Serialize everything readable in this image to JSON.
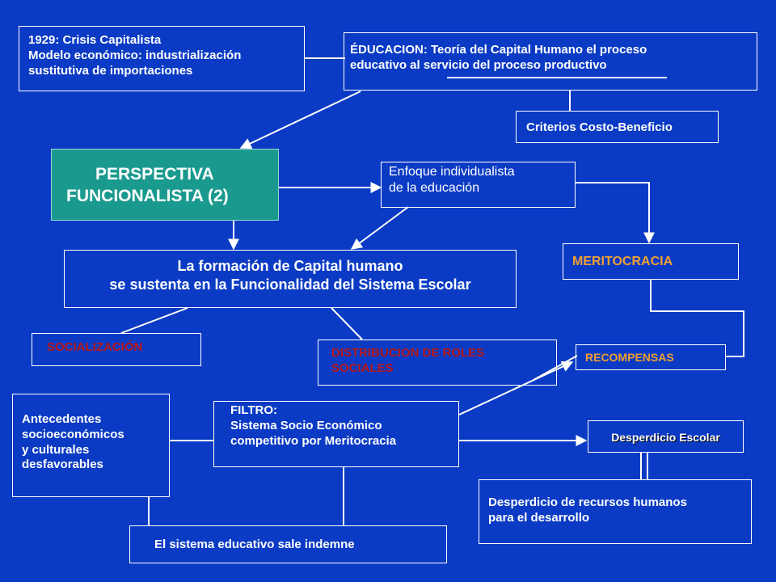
{
  "colors": {
    "background": "#0b3bc4",
    "line": "#ffffff",
    "teal": "#1a9a8e",
    "orange": "#f0a030",
    "dark_red": "#b81818"
  },
  "boxes": {
    "crisis": [
      "1929: Crisis Capitalista",
      "Modelo económico: industrialización",
      "sustitutiva de importaciones"
    ],
    "educacion": [
      "ÉDUCACION: Teoría del Capital Humano el proceso",
      "educativo al servicio del proceso productivo"
    ],
    "criterios": "Criterios Costo-Beneficio",
    "perspectiva": [
      "PERSPECTIVA",
      "FUNCIONALISTA (2)"
    ],
    "enfoque": [
      "Enfoque individualista",
      "de la educación"
    ],
    "formacion": [
      "La formación de Capital humano",
      "se sustenta en la Funcionalidad  del Sistema Escolar"
    ],
    "meritocracia": "MERITOCRACIA",
    "socializacion": "SOCIALIZACIÓN",
    "distribucion": [
      "DISTRIBUCION DE ROLES",
      "SOCIALES"
    ],
    "recompensas": "RECOMPENSAS",
    "antecedentes": [
      "Antecedentes",
      "socioeconómicos",
      "y culturales",
      "desfavorables"
    ],
    "filtro": [
      "FILTRO:",
      "Sistema Socio Económico",
      "competitivo por Meritocracia"
    ],
    "desperdicio_escolar": "Desperdicio Escolar",
    "desperdicio_recursos": [
      "Desperdicio de recursos humanos",
      "para el desarrollo"
    ],
    "sistema_indemne": "El sistema educativo sale indemne"
  }
}
